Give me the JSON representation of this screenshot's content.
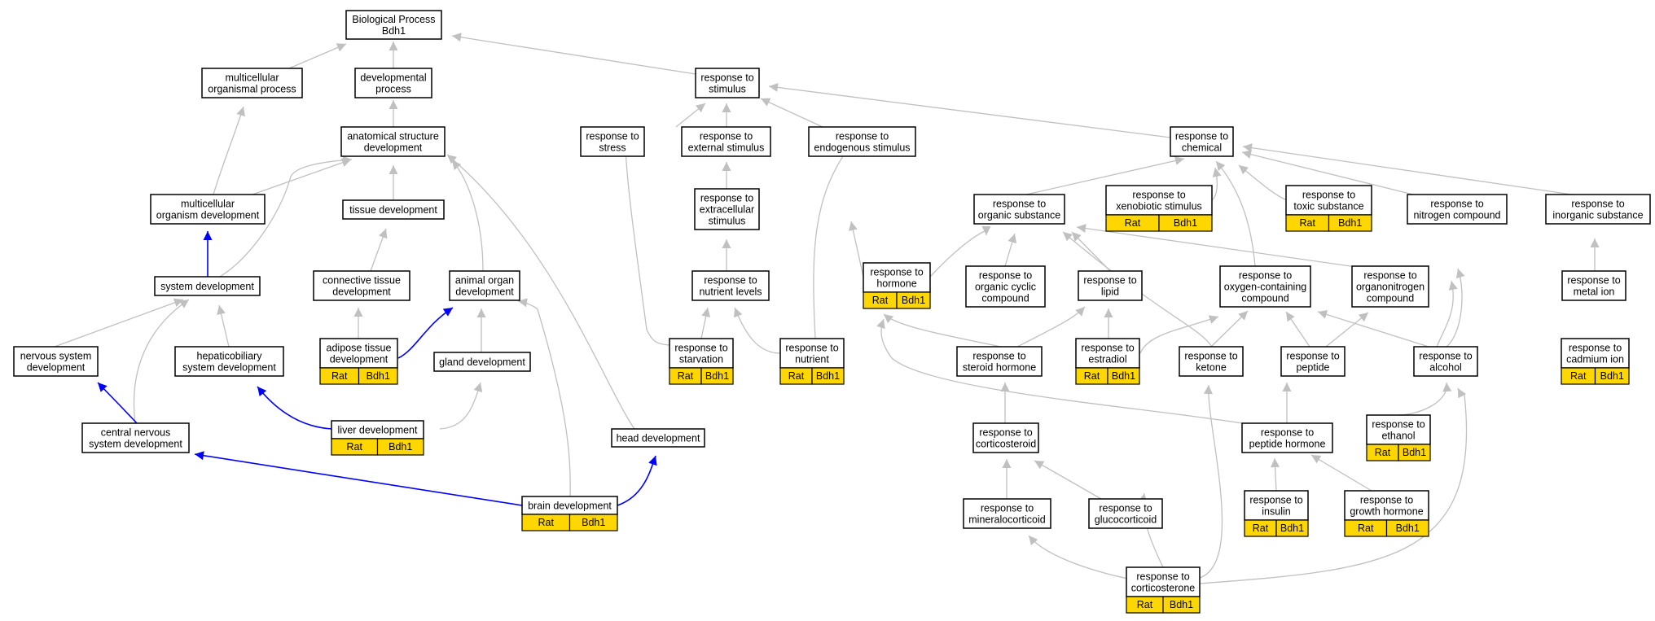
{
  "nodes": {
    "bp": [
      "Biological Process",
      "Bdh1"
    ],
    "mop": [
      "multicellular",
      "organismal process"
    ],
    "devp": [
      "developmental",
      "process"
    ],
    "rstim": [
      "response to",
      "stimulus"
    ],
    "asd": [
      "anatomical structure",
      "development"
    ],
    "rstress": [
      "response to",
      "stress"
    ],
    "rext": [
      "response to",
      "external stimulus"
    ],
    "rendo": [
      "response to",
      "endogenous stimulus"
    ],
    "rchem": [
      "response to",
      "chemical"
    ],
    "mod": [
      "multicellular",
      "organism development"
    ],
    "tissue": [
      "tissue development"
    ],
    "rextra": [
      "response to",
      "extracellular",
      "stimulus"
    ],
    "rorg": [
      "response to",
      "organic substance"
    ],
    "rxeno": [
      "response to",
      "xenobiotic stimulus"
    ],
    "rtoxic": [
      "response to",
      "toxic substance"
    ],
    "rnitro": [
      "response to",
      "nitrogen compound"
    ],
    "rinorg": [
      "response to",
      "inorganic substance"
    ],
    "sysdev": [
      "system development"
    ],
    "ctd": [
      "connective tissue",
      "development"
    ],
    "aod": [
      "animal organ",
      "development"
    ],
    "rnutlev": [
      "response to",
      "nutrient levels"
    ],
    "rhormone": [
      "response to",
      "hormone"
    ],
    "rocc": [
      "response to",
      "organic cyclic",
      "compound"
    ],
    "rlipid": [
      "response to",
      "lipid"
    ],
    "roxy": [
      "response to",
      "oxygen-containing",
      "compound"
    ],
    "rorgnit": [
      "response to",
      "organonitrogen",
      "compound"
    ],
    "rmetal": [
      "response to",
      "metal ion"
    ],
    "nsd": [
      "nervous system",
      "development"
    ],
    "hsd": [
      "hepaticobiliary",
      "system development"
    ],
    "atd": [
      "adipose tissue",
      "development"
    ],
    "gland": [
      "gland development"
    ],
    "rstarv": [
      "response to",
      "starvation"
    ],
    "rnut": [
      "response to",
      "nutrient"
    ],
    "rsteroid": [
      "response to",
      "steroid hormone"
    ],
    "restradiol": [
      "response to",
      "estradiol"
    ],
    "rketone": [
      "response to",
      "ketone"
    ],
    "rpeptide": [
      "response to",
      "peptide"
    ],
    "ralcohol": [
      "response to",
      "alcohol"
    ],
    "rcadmium": [
      "response to",
      "cadmium ion"
    ],
    "cnsd": [
      "central nervous",
      "system development"
    ],
    "liver": [
      "liver development"
    ],
    "head": [
      "head development"
    ],
    "rcortico": [
      "response to",
      "corticosteroid"
    ],
    "rpephorm": [
      "response to",
      "peptide hormone"
    ],
    "rethanol": [
      "response to",
      "ethanol"
    ],
    "brain": [
      "brain development"
    ],
    "rmineral": [
      "response to",
      "mineralocorticoid"
    ],
    "rgluco": [
      "response to",
      "glucocorticoid"
    ],
    "rinsulin": [
      "response to",
      "insulin"
    ],
    "rgrowth": [
      "response to",
      "growth hormone"
    ],
    "rcorticost": [
      "response to",
      "corticosterone"
    ]
  },
  "annotation": {
    "species": "Rat",
    "gene": "Bdh1"
  },
  "colors": {
    "annotation_fill": "#FFD700",
    "is_a_edge": "#c0c0c0",
    "part_of_edge": "#0000ff"
  }
}
